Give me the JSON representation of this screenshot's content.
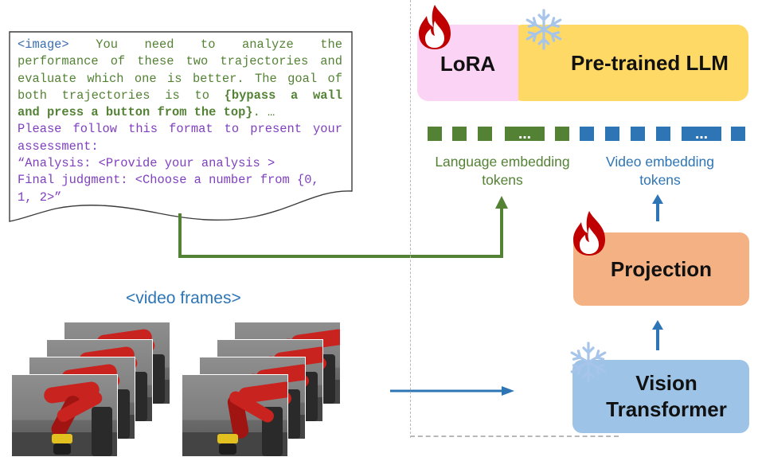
{
  "prompt": {
    "lines": [
      {
        "parts": [
          {
            "text": "<image>",
            "style": "tag"
          },
          {
            "text": " You need to analyze the",
            "style": "green"
          }
        ],
        "justify": true
      },
      {
        "parts": [
          {
            "text": "performance of these two trajectories and",
            "style": "green"
          }
        ],
        "justify": true
      },
      {
        "parts": [
          {
            "text": "evaluate which one is better. The goal of",
            "style": "green"
          }
        ],
        "justify": true
      },
      {
        "parts": [
          {
            "text": "both trajectories is to ",
            "style": "green"
          },
          {
            "text": "{bypass a wall",
            "style": "green bold"
          }
        ],
        "justify": true
      },
      {
        "parts": [
          {
            "text": "and press a button from the top}",
            "style": "green bold"
          },
          {
            "text": ". …",
            "style": "green"
          }
        ],
        "justify": false
      },
      {
        "parts": [
          {
            "text": "Please follow this format to present your",
            "style": "purple"
          }
        ],
        "justify": true
      },
      {
        "parts": [
          {
            "text": "assessment:",
            "style": "purple"
          }
        ],
        "justify": false
      },
      {
        "parts": [
          {
            "text": "“Analysis: <Provide your analysis >",
            "style": "purple"
          }
        ],
        "justify": false
      },
      {
        "parts": [
          {
            "text": "Final judgment: <Choose a number from {0,",
            "style": "purple"
          }
        ],
        "justify": false
      },
      {
        "parts": [
          {
            "text": "1, 2>”",
            "style": "purple"
          }
        ],
        "justify": false
      }
    ]
  },
  "modules": {
    "lora": "LoRA",
    "llm": "Pre-trained LLM",
    "projection": "Projection",
    "vision_line1": "Vision",
    "vision_line2": "Transformer"
  },
  "tokens": {
    "language_label_1": "Language embedding",
    "language_label_2": "tokens",
    "video_label_1": "Video embedding",
    "video_label_2": "tokens",
    "ellipsis": "…",
    "language_color": "#548235",
    "video_color": "#2e75b6"
  },
  "video": {
    "label": "<video frames>"
  },
  "icons": {
    "trainable": "fire-icon",
    "frozen": "snowflake-icon"
  },
  "colors": {
    "llm": "#ffd966",
    "lora": "#fbd3f4",
    "projection": "#f4b183",
    "vision": "#9dc3e6",
    "arrow_green": "#548235",
    "arrow_blue": "#2e75b6"
  }
}
